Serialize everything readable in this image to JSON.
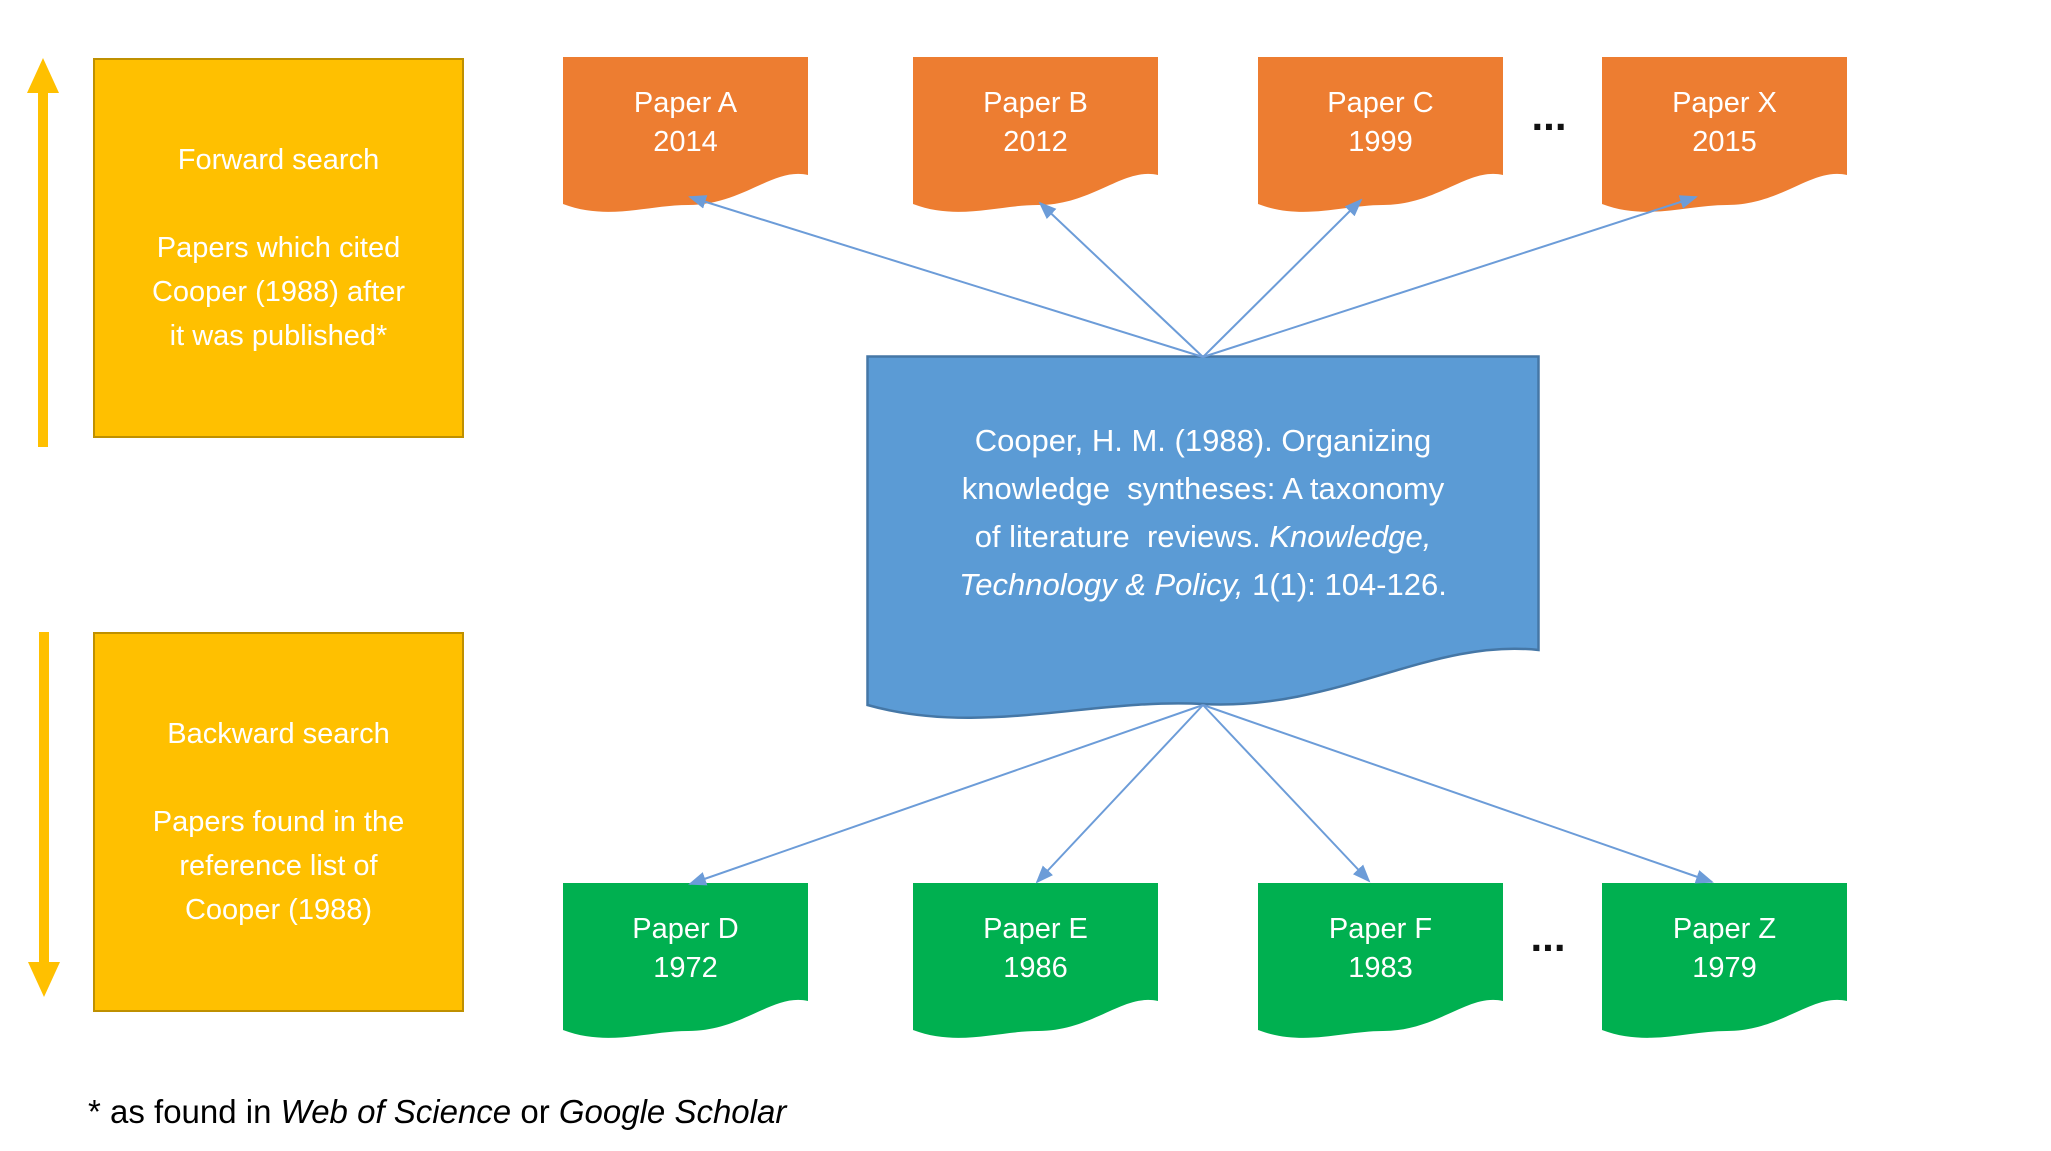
{
  "colors": {
    "gold": "#FFC000",
    "gold_border": "#BF9000",
    "orange": "#ED7D31",
    "green": "#00B050",
    "blue_fill": "#5B9BD5",
    "blue_border": "#4577A6",
    "arrow_blue": "#6C9CD8",
    "text_light": "#FFFFFF",
    "text_dark": "#111111"
  },
  "legend": {
    "forward": {
      "title": "Forward search",
      "description": "Papers which cited\nCooper (1988) after\nit was published*"
    },
    "backward": {
      "title": "Backward search",
      "description": "Papers found in the\nreference list of\nCooper (1988)"
    }
  },
  "center_paper": {
    "line1": "Cooper, H. M. (1988). Organizing",
    "line2": "knowledge  syntheses: A taxonomy",
    "line3_roman": "of literature  reviews. ",
    "line3_italic": "Knowledge,",
    "line4_italic": "Technology & Policy,",
    "line4_roman": " 1(1): 104-126."
  },
  "papers": {
    "ellipsis": "...",
    "top": [
      {
        "label": "Paper A",
        "year": "2014"
      },
      {
        "label": "Paper B",
        "year": "2012"
      },
      {
        "label": "Paper C",
        "year": "1999"
      },
      {
        "label": "Paper X",
        "year": "2015"
      }
    ],
    "bottom": [
      {
        "label": "Paper D",
        "year": "1972"
      },
      {
        "label": "Paper E",
        "year": "1986"
      },
      {
        "label": "Paper F",
        "year": "1983"
      },
      {
        "label": "Paper Z",
        "year": "1979"
      }
    ]
  },
  "footnote": {
    "prefix": "* as found in ",
    "source1": "Web of Science",
    "middle": " or ",
    "source2": "Google Scholar"
  }
}
